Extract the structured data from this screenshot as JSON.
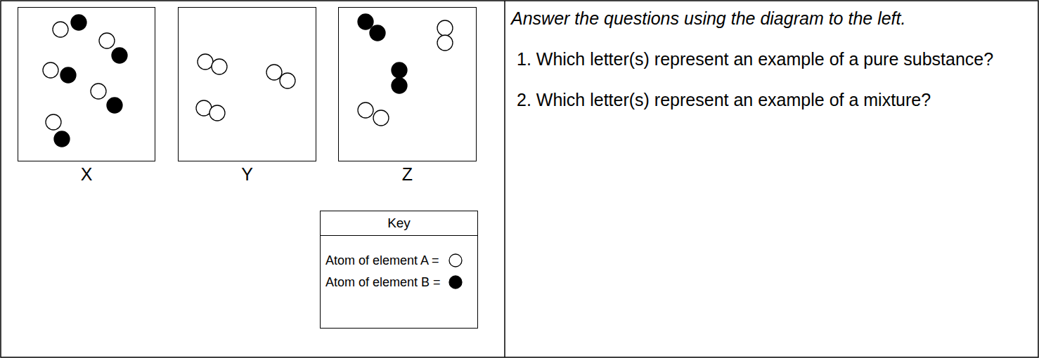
{
  "diagram": {
    "nodes": [
      {
        "text": [
          "X"
        ]
      },
      {
        "text": [
          "Y"
        ]
      },
      {
        "text": [
          "Z"
        ]
      },
      {
        "text": [
          "Key",
          "Atom of element A =",
          "Atom of element B ="
        ]
      },
      {
        "text": [
          "Answer the questions using the diagram to the left.",
          "1. Which letter(s) represent an example of a pure substance?",
          "2. Which letter(s) represent an example of a mixture?"
        ]
      }
    ]
  }
}
